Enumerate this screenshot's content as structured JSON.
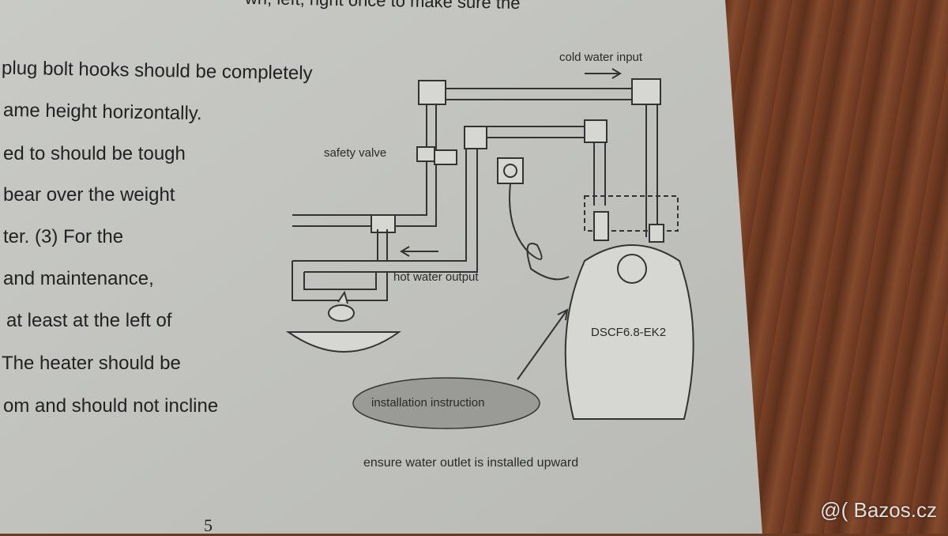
{
  "top_line": "wn, left, right once to make sure the",
  "body_lines": [
    "plug bolt hooks should be completely",
    "ame height horizontally.",
    "ed to should be tough",
    "bear over the weight",
    "ter. (3) For the",
    "and maintenance,",
    "at least at the left of",
    "The heater should be",
    "om and should not incline"
  ],
  "diagram": {
    "cold_water_input": "cold water input",
    "safety_valve": "safety valve",
    "hot_water_output": "hot water output",
    "model": "DSCF6.8-EK2",
    "installation_instruction": "installation instruction",
    "caption": "ensure water outlet is installed upward"
  },
  "page_number": "5",
  "watermark": "@( Bazos.cz"
}
